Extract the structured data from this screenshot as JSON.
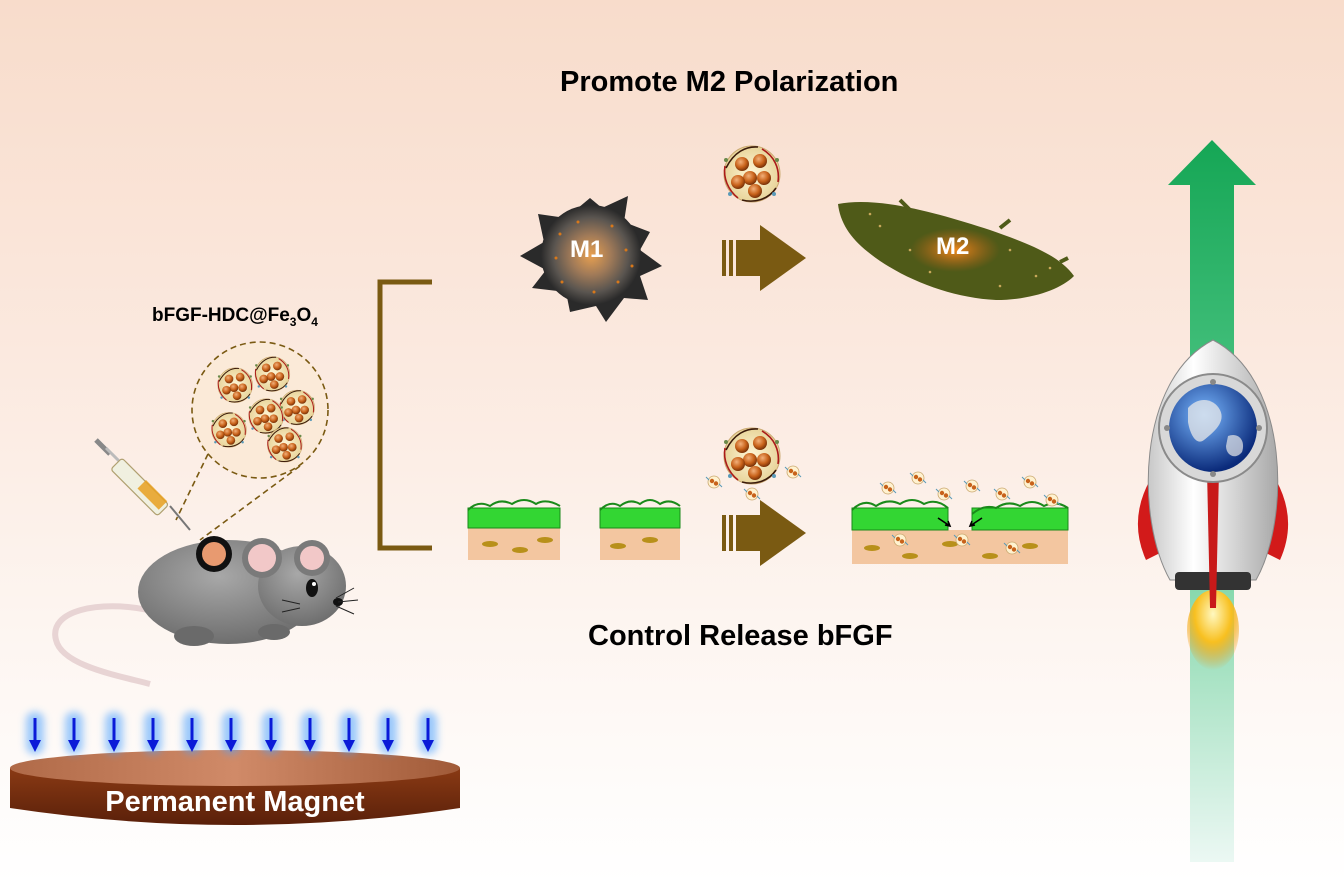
{
  "labels": {
    "top_heading": "Promote M2 Polarization",
    "bottom_heading": "Control Release bFGF",
    "nanoparticle": {
      "prefix": "bFGF-HDC@Fe",
      "sub1": "3",
      "mid": "O",
      "sub2": "4"
    },
    "m1": "M1",
    "m2": "M2",
    "magnet": "Permanent Magnet"
  },
  "colors": {
    "arrow_brown": "#7a5a12",
    "green_arrow": "#1fa85a",
    "magnet_brown": "#7a3312",
    "magnetic_field_blue": "#0a1ad8",
    "m2_cell": "#5a5a1a",
    "particle_orange": "#c8621a",
    "epidermis_green": "#33d633"
  },
  "icons": [
    "mouse-icon",
    "syringe-icon",
    "rocket-icon",
    "globe-icon",
    "macrophage-m1-icon",
    "macrophage-m2-icon",
    "nanoparticle-icon",
    "skin-tissue-icon",
    "magnet-icon"
  ]
}
